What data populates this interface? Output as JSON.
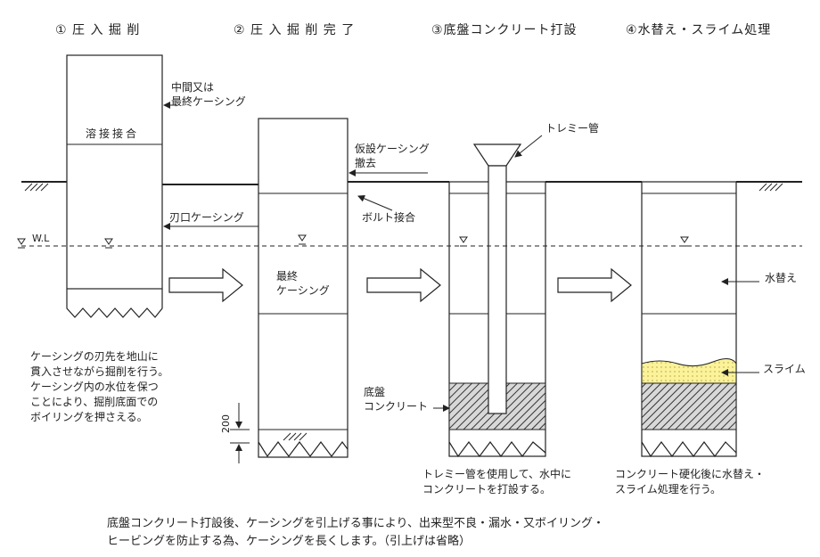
{
  "steps": [
    {
      "label": "① 圧 入 掘 削"
    },
    {
      "label": "② 圧 入 掘 削 完 了"
    },
    {
      "label": "③底盤コンクリート打設"
    },
    {
      "label": "④水替え・スライム処理"
    }
  ],
  "labels": {
    "weld_joint": "溶接接合",
    "intermediate_casing_1": "中間又は",
    "intermediate_casing_2": "最終ケーシング",
    "cutting_edge_casing": "刃口ケーシング",
    "wl": "W.L",
    "final_casing_1": "最終",
    "final_casing_2": "ケーシング",
    "temp_casing_1": "仮設ケーシング",
    "temp_casing_2": "撤去",
    "bolt_joint": "ボルト接合",
    "base_concrete_1": "底盤",
    "base_concrete_2": "コンクリート",
    "dim_200": "200",
    "tremie_pipe": "トレミー管",
    "dewater": "水替え",
    "slime": "スライム"
  },
  "notes": {
    "step1": [
      "ケーシングの刃先を地山に",
      "貫入させながら掘削を行う。",
      "ケーシング内の水位を保つ",
      "ことにより、掘削底面での",
      "ボイリングを押さえる。"
    ],
    "step3": [
      "トレミー管を使用して、水中に",
      "コンクリートを打設する。"
    ],
    "step4": [
      "コンクリート硬化後に水替え・",
      "スライム処理を行う。"
    ]
  },
  "footer": [
    "底盤コンクリート打設後、ケーシングを引上げる事により、出来型不良・漏水・又ボイリング・",
    "ヒービングを防止する為、ケーシングを長くします。（引上げは省略）"
  ],
  "colors": {
    "line": "#222222",
    "slime": "#fbf29a",
    "concrete_hatch": "#333333"
  }
}
